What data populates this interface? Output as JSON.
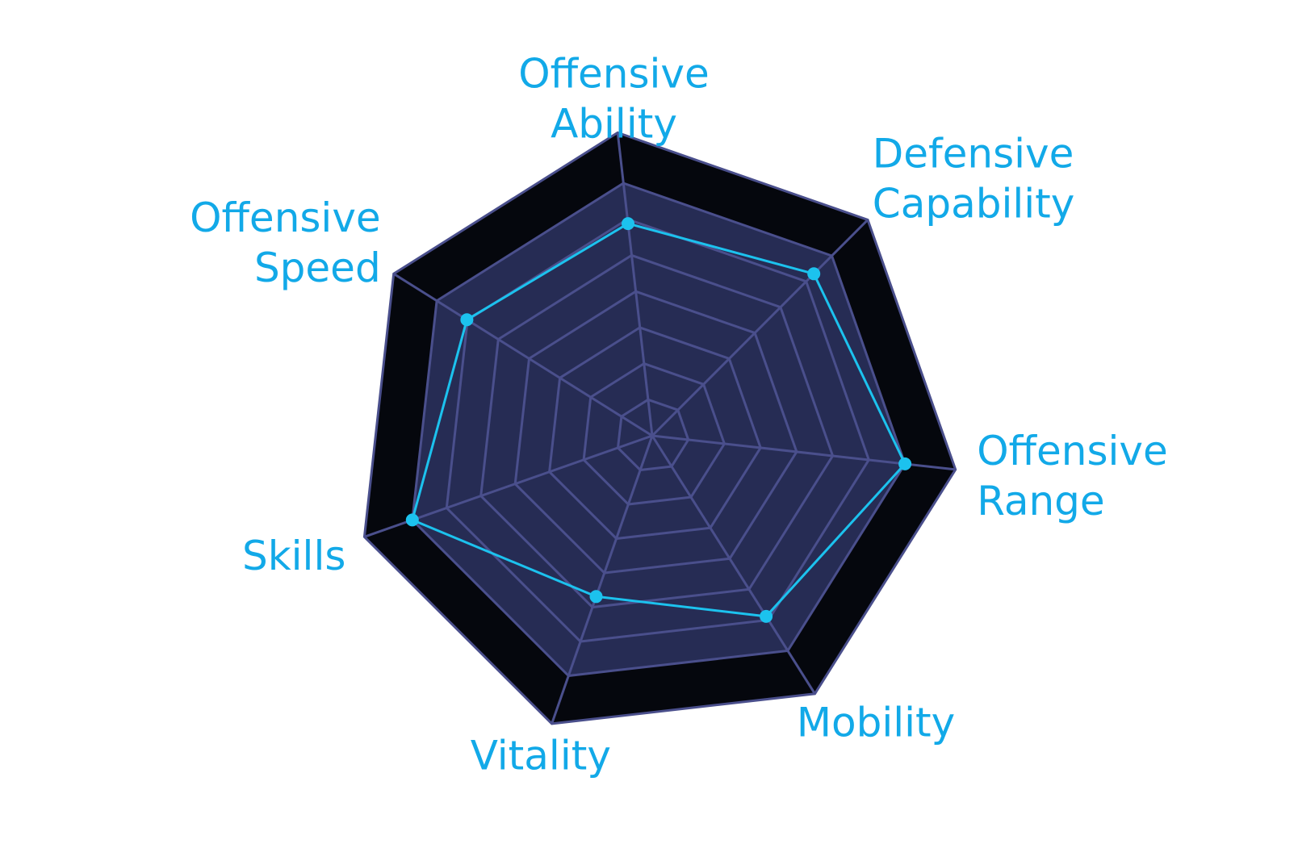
{
  "chart_data": {
    "type": "radar",
    "axes": [
      {
        "label_lines": [
          "Offensive",
          "Ability"
        ],
        "value": 84
      },
      {
        "label_lines": [
          "Defensive",
          "Capability"
        ],
        "value": 90
      },
      {
        "label_lines": [
          "Offensive",
          "Range"
        ],
        "value": 100
      },
      {
        "label_lines": [
          "Mobility"
        ],
        "value": 84
      },
      {
        "label_lines": [
          "Vitality"
        ],
        "value": 67
      },
      {
        "label_lines": [
          "Skills"
        ],
        "value": 100
      },
      {
        "label_lines": [
          "Offensive",
          "Speed"
        ],
        "value": 86
      }
    ],
    "range": [
      0,
      100
    ],
    "grid_levels": 7,
    "colors": {
      "outer_ring": "#05070d",
      "inner_fill": "#262c54",
      "grid_line": "#4a4f8c",
      "series_line": "#1cc2ee",
      "series_point": "#1cc2ee",
      "label_text": "#12a9e8"
    }
  }
}
